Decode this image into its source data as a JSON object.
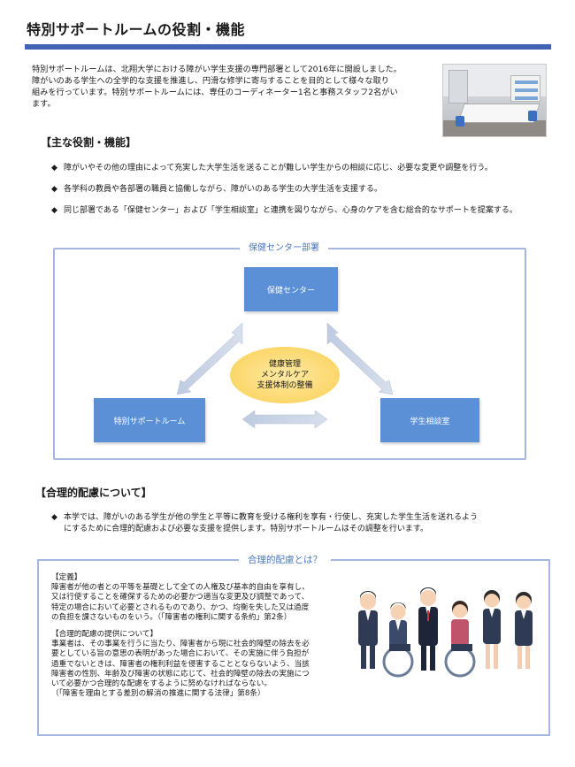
{
  "header": {
    "title": "特別サポートルームの役割・機能"
  },
  "intro": {
    "lines": [
      "特別サポートルームは、北翔大学における障がい学生支援の専門部署として2016年に開設しました。",
      "障がいのある学生への全学的な支援を推進し、円滑な修学に寄与することを目的として様々な取り",
      "組みを行っています。特別サポートルームには、専任のコーディネーター1名と事務スタッフ2名がい",
      "ます。"
    ]
  },
  "roles": {
    "heading": "【主な役割・機能】",
    "bullet_mark": "◆",
    "items": [
      "障がいやその他の理由によって充実した大学生活を送ることが難しい学生からの相談に応じ、必要な変更や調整を行う。",
      "各学科の教員や各部署の職員と協働しながら、障がいのある学生の大学生活を支援する。",
      "同じ部署である「保健センター」および「学生相談室」と連携を図りながら、心身のケアを含む総合的なサポートを提案する。"
    ]
  },
  "diagram": {
    "label": "保健センター部署",
    "top_node": "保健センター",
    "left_node": "特別サポートルーム",
    "right_node": "学生相談室",
    "center": [
      "健康管理",
      "メンタルケア",
      "支援体制の整備"
    ]
  },
  "accommodation": {
    "heading": "【合理的配慮について】",
    "bullet_mark": "◆",
    "lines": [
      "本学では、障がいのある学生が他の学生と平等に教育を受ける権利を享有・行使し、充実した学生生活を送れるよう",
      "にするために合理的配慮および必要な支援を提供します。特別サポートルームはその調整を行います。"
    ]
  },
  "info": {
    "label": "合理的配慮とは？",
    "definition_title": "【定義】",
    "definition_lines": [
      "障害者が他の者との平等を基礎として全ての人権及び基本的自由を享有し、",
      "又は行使することを確保するための必要かつ適当な変更及び調整であって、",
      "特定の場合において必要とされるものであり、かつ、均衡を失した又は過度",
      "の負担を課さないものをいう。（「障害者の権利に関する条約」第2条）"
    ],
    "provision_title": "【合理的配慮の提供について】",
    "provision_lines": [
      "事業者は、その事業を行うに当たり、障害者から現に社会的障壁の除去を必",
      "要としている旨の意思の表明があった場合において、その実施に伴う負担が",
      "過重でないときは、障害者の権利利益を侵害することとならないよう、当該",
      "障害者の性別、年齢及び障害の状態に応じて、社会的障壁の除去の実施につ",
      "いて必要かつ合理的な配慮をするように努めなければならない。",
      "（「障害を理由とする差別の解消の推進に関する法律」第8条）"
    ]
  }
}
